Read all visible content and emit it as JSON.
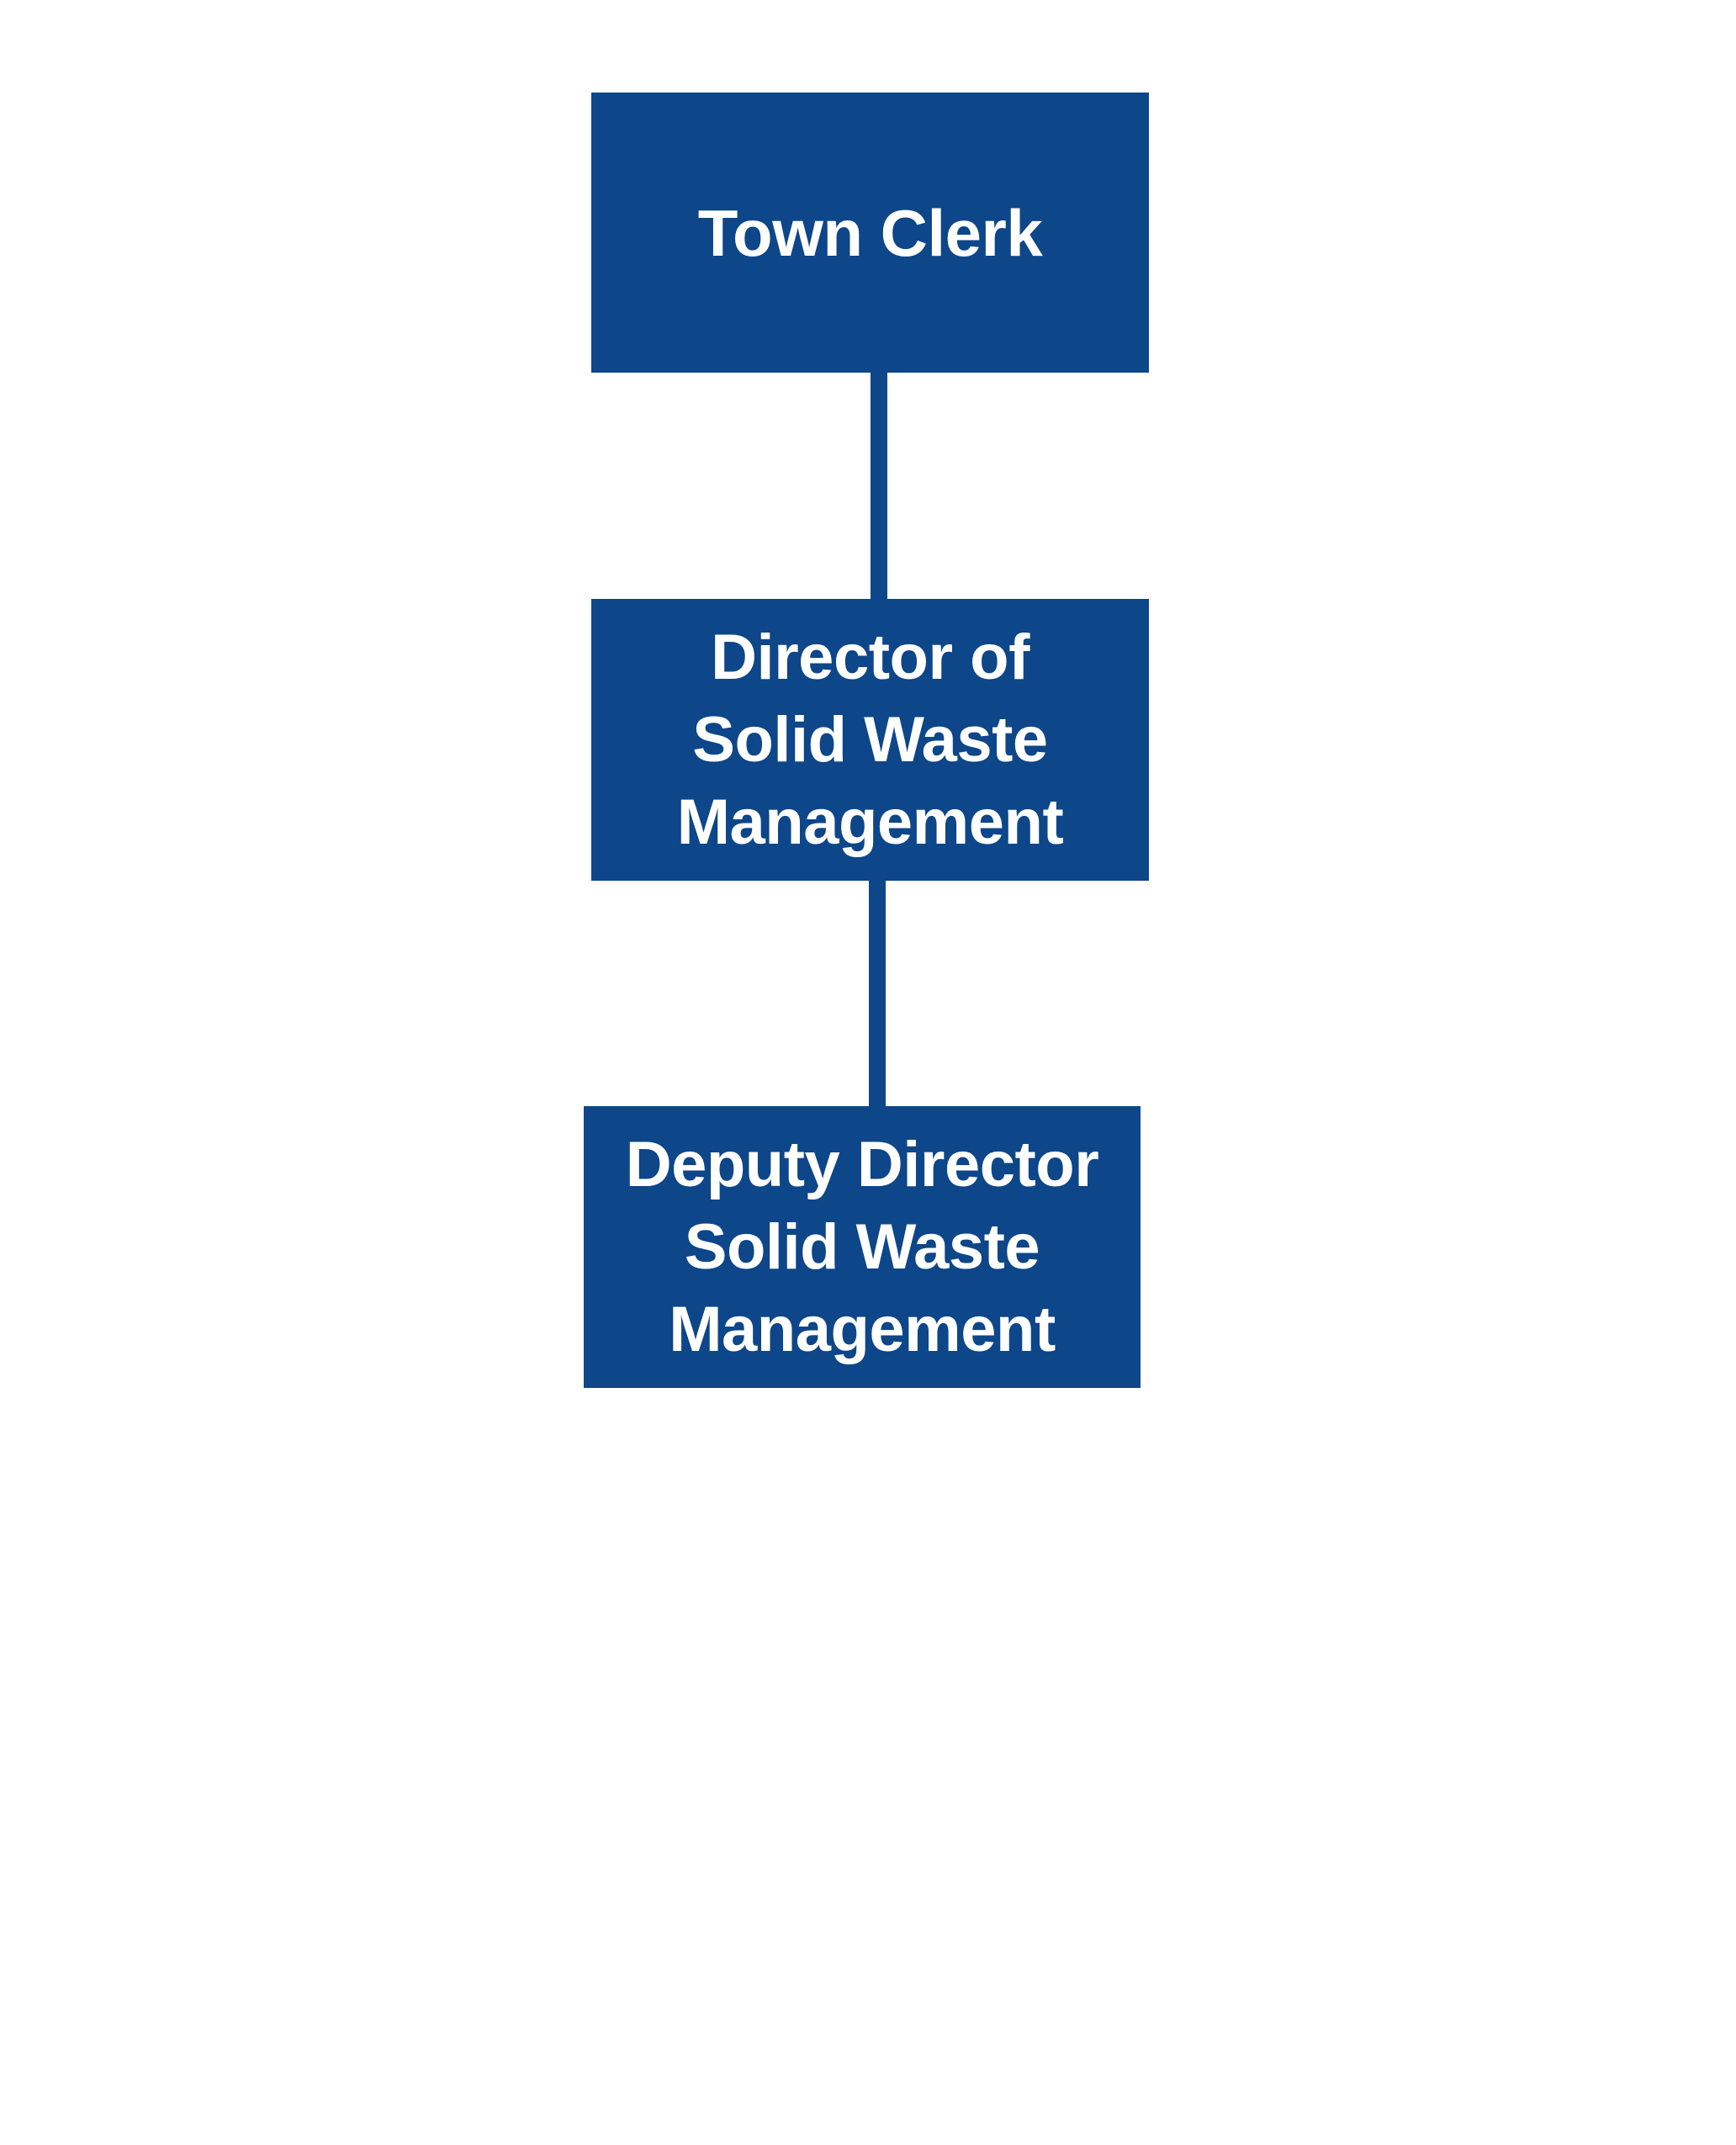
{
  "chart": {
    "type": "org-chart",
    "orientation": "vertical",
    "background_color": "#ffffff",
    "node_fill_color": "#0d4689",
    "node_text_color": "#ffffff",
    "connector_color": "#0d4689",
    "nodes": [
      {
        "id": "town-clerk",
        "level": 0,
        "title": "Town Clerk",
        "lines": [
          "Town Clerk"
        ]
      },
      {
        "id": "director",
        "level": 1,
        "title": "Director of Solid Waste Management",
        "lines": [
          "Director of",
          "Solid Waste",
          "Management"
        ]
      },
      {
        "id": "deputy-director",
        "level": 2,
        "title": "Deputy Director Solid Waste Management",
        "lines": [
          "Deputy Director",
          "Solid Waste",
          "Management"
        ]
      }
    ],
    "edges": [
      {
        "id": "clerk-director",
        "from": "town-clerk",
        "to": "director"
      },
      {
        "id": "director-deputy",
        "from": "director",
        "to": "deputy-director"
      }
    ]
  }
}
